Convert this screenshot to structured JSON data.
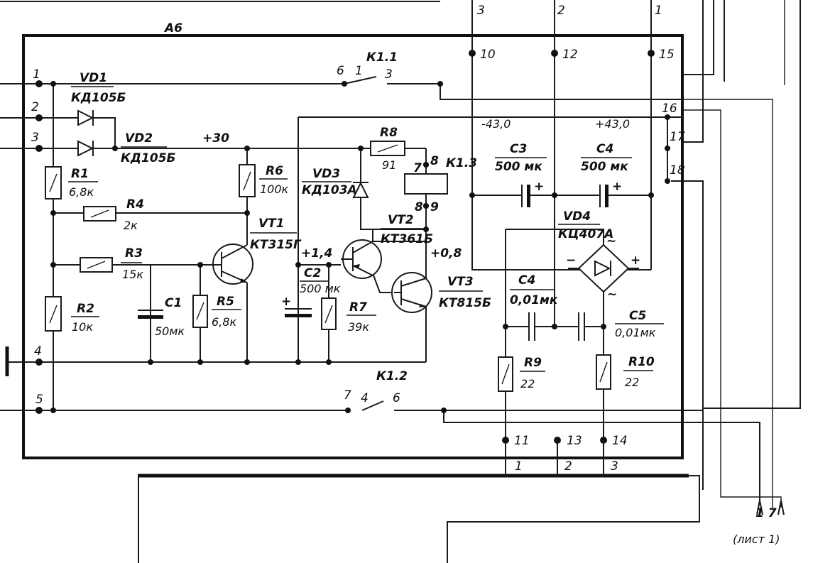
{
  "block": {
    "name": "А6"
  },
  "edge_numbers": {
    "top": [
      "3",
      "2",
      "1"
    ],
    "bottom": [
      "1",
      "2",
      "3"
    ]
  },
  "pins": [
    "1",
    "2",
    "3",
    "4",
    "5",
    "10",
    "12",
    "15",
    "16",
    "17",
    "18",
    "11",
    "13",
    "14"
  ],
  "components": {
    "VD1": {
      "ref": "VD1",
      "type": "КД105Б"
    },
    "VD2": {
      "ref": "VD2",
      "type": "КД105Б"
    },
    "VD3": {
      "ref": "VD3",
      "type": "КД103А"
    },
    "VD4": {
      "ref": "VD4",
      "type": "КЦ407А"
    },
    "R1": {
      "ref": "R1",
      "value": "6,8к"
    },
    "R2": {
      "ref": "R2",
      "value": "10к"
    },
    "R3": {
      "ref": "R3",
      "value": "15к"
    },
    "R4": {
      "ref": "R4",
      "value": "2к"
    },
    "R5": {
      "ref": "R5",
      "value": "6,8к"
    },
    "R6": {
      "ref": "R6",
      "value": "100к"
    },
    "R7": {
      "ref": "R7",
      "value": "39к"
    },
    "R8": {
      "ref": "R8",
      "value": "91"
    },
    "R9": {
      "ref": "R9",
      "value": "22"
    },
    "R10": {
      "ref": "R10",
      "value": "22"
    },
    "C1": {
      "ref": "C1",
      "value": "50мк"
    },
    "C2": {
      "ref": "C2",
      "value": "500 мк"
    },
    "C3": {
      "ref": "C3",
      "value": "500 мк"
    },
    "C4a": {
      "ref": "C4",
      "value": "500 мк"
    },
    "C4b": {
      "ref": "C4",
      "value": "0,01мк"
    },
    "C5": {
      "ref": "C5",
      "value": "0,01мк"
    },
    "VT1": {
      "ref": "VT1",
      "type": "КТ315Г"
    },
    "VT2": {
      "ref": "VT2",
      "type": "КТ361Б"
    },
    "VT3": {
      "ref": "VT3",
      "type": "КТ815Б"
    },
    "K1_1": {
      "ref": "К1.1",
      "contacts": [
        "6",
        "1",
        "3"
      ]
    },
    "K1_2": {
      "ref": "К1.2",
      "contacts": [
        "7",
        "4",
        "6"
      ]
    },
    "K1_3": {
      "ref": "К1.3",
      "pins": [
        "7",
        "8",
        "8",
        "9"
      ]
    }
  },
  "voltages": {
    "v30": "+30",
    "v43a": "-43,0",
    "v43b": "+43,0",
    "v14": "+1,4",
    "v08": "+0,8"
  },
  "polarity": {
    "plus": "+",
    "minus": "−",
    "ac": "~"
  },
  "footer": {
    "arrows": "1 7",
    "sheet": "(лист 1)"
  }
}
